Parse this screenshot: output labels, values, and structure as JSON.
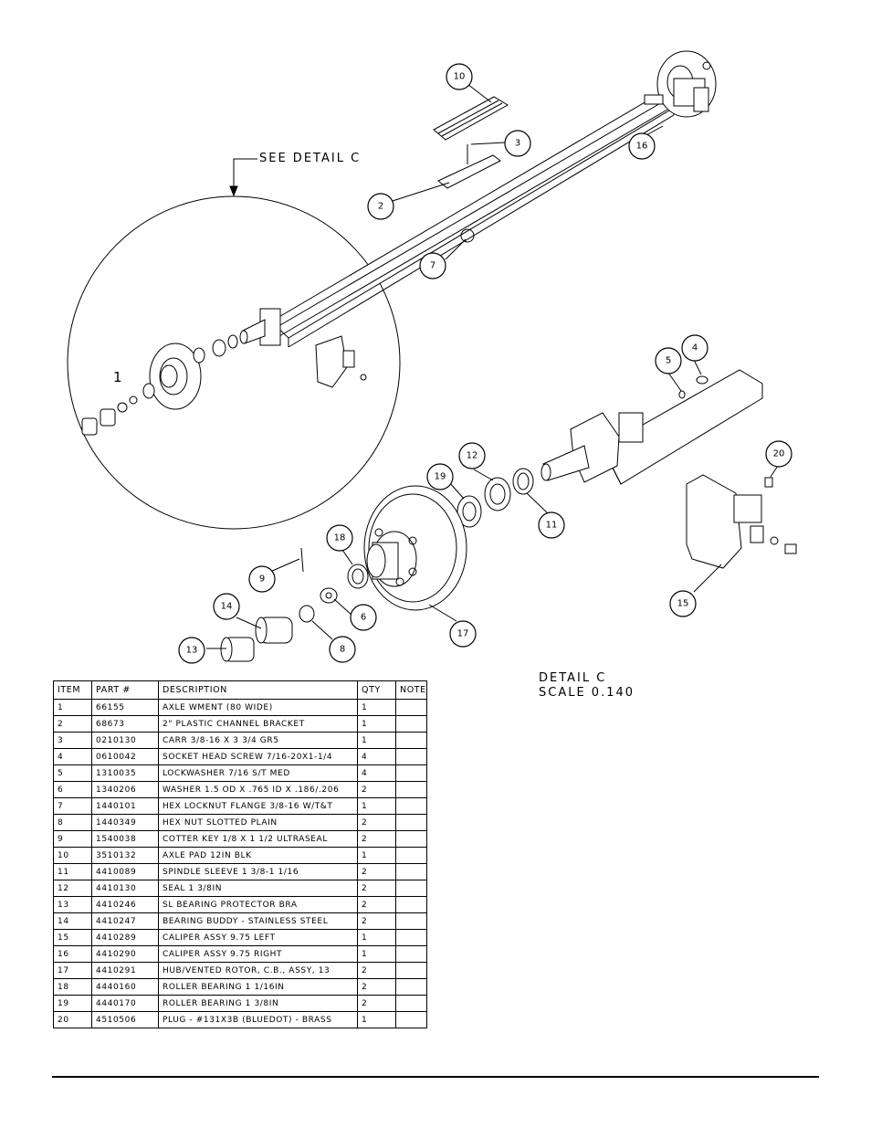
{
  "see_detail_label": "SEE DETAIL C",
  "item_one_label": "1",
  "detail_caption": {
    "line1": "DETAIL C",
    "line2": "SCALE 0.140"
  },
  "balloons": [
    "10",
    "3",
    "16",
    "2",
    "7",
    "4",
    "5",
    "12",
    "19",
    "20",
    "11",
    "18",
    "9",
    "14",
    "6",
    "17",
    "15",
    "13",
    "8"
  ],
  "table": {
    "headers": [
      "ITEM",
      "PART #",
      "DESCRIPTION",
      "QTY",
      "NOTE"
    ],
    "rows": [
      [
        "1",
        "66155",
        "AXLE WMENT (80 WIDE)",
        "1",
        ""
      ],
      [
        "2",
        "68673",
        "2\" PLASTIC CHANNEL BRACKET",
        "1",
        ""
      ],
      [
        "3",
        "0210130",
        "CARR 3/8-16 X 3 3/4 GR5",
        "1",
        ""
      ],
      [
        "4",
        "0610042",
        "SOCKET HEAD SCREW 7/16-20X1-1/4",
        "4",
        ""
      ],
      [
        "5",
        "1310035",
        "LOCKWASHER 7/16 S/T MED",
        "4",
        ""
      ],
      [
        "6",
        "1340206",
        "WASHER 1.5 OD X .765 ID X .186/.206",
        "2",
        ""
      ],
      [
        "7",
        "1440101",
        "HEX LOCKNUT FLANGE 3/8-16 W/T&T",
        "1",
        ""
      ],
      [
        "8",
        "1440349",
        "HEX NUT SLOTTED PLAIN",
        "2",
        ""
      ],
      [
        "9",
        "1540038",
        "COTTER KEY 1/8 X 1 1/2 ULTRASEAL",
        "2",
        ""
      ],
      [
        "10",
        "3510132",
        "AXLE PAD 12IN BLK",
        "1",
        ""
      ],
      [
        "11",
        "4410089",
        "SPINDLE SLEEVE 1 3/8-1 1/16",
        "2",
        ""
      ],
      [
        "12",
        "4410130",
        "SEAL 1 3/8IN",
        "2",
        ""
      ],
      [
        "13",
        "4410246",
        "SL BEARING PROTECTOR BRA",
        "2",
        ""
      ],
      [
        "14",
        "4410247",
        "BEARING BUDDY - STAINLESS STEEL",
        "2",
        ""
      ],
      [
        "15",
        "4410289",
        "CALIPER ASSY 9.75 LEFT",
        "1",
        ""
      ],
      [
        "16",
        "4410290",
        "CALIPER ASSY 9.75 RIGHT",
        "1",
        ""
      ],
      [
        "17",
        "4410291",
        "HUB/VENTED ROTOR, C.B., ASSY, 13",
        "2",
        ""
      ],
      [
        "18",
        "4440160",
        "ROLLER BEARING 1 1/16IN",
        "2",
        ""
      ],
      [
        "19",
        "4440170",
        "ROLLER BEARING 1 3/8IN",
        "2",
        ""
      ],
      [
        "20",
        "4510506",
        "PLUG - #131X3B (BLUEDOT) - BRASS",
        "1",
        ""
      ]
    ]
  }
}
